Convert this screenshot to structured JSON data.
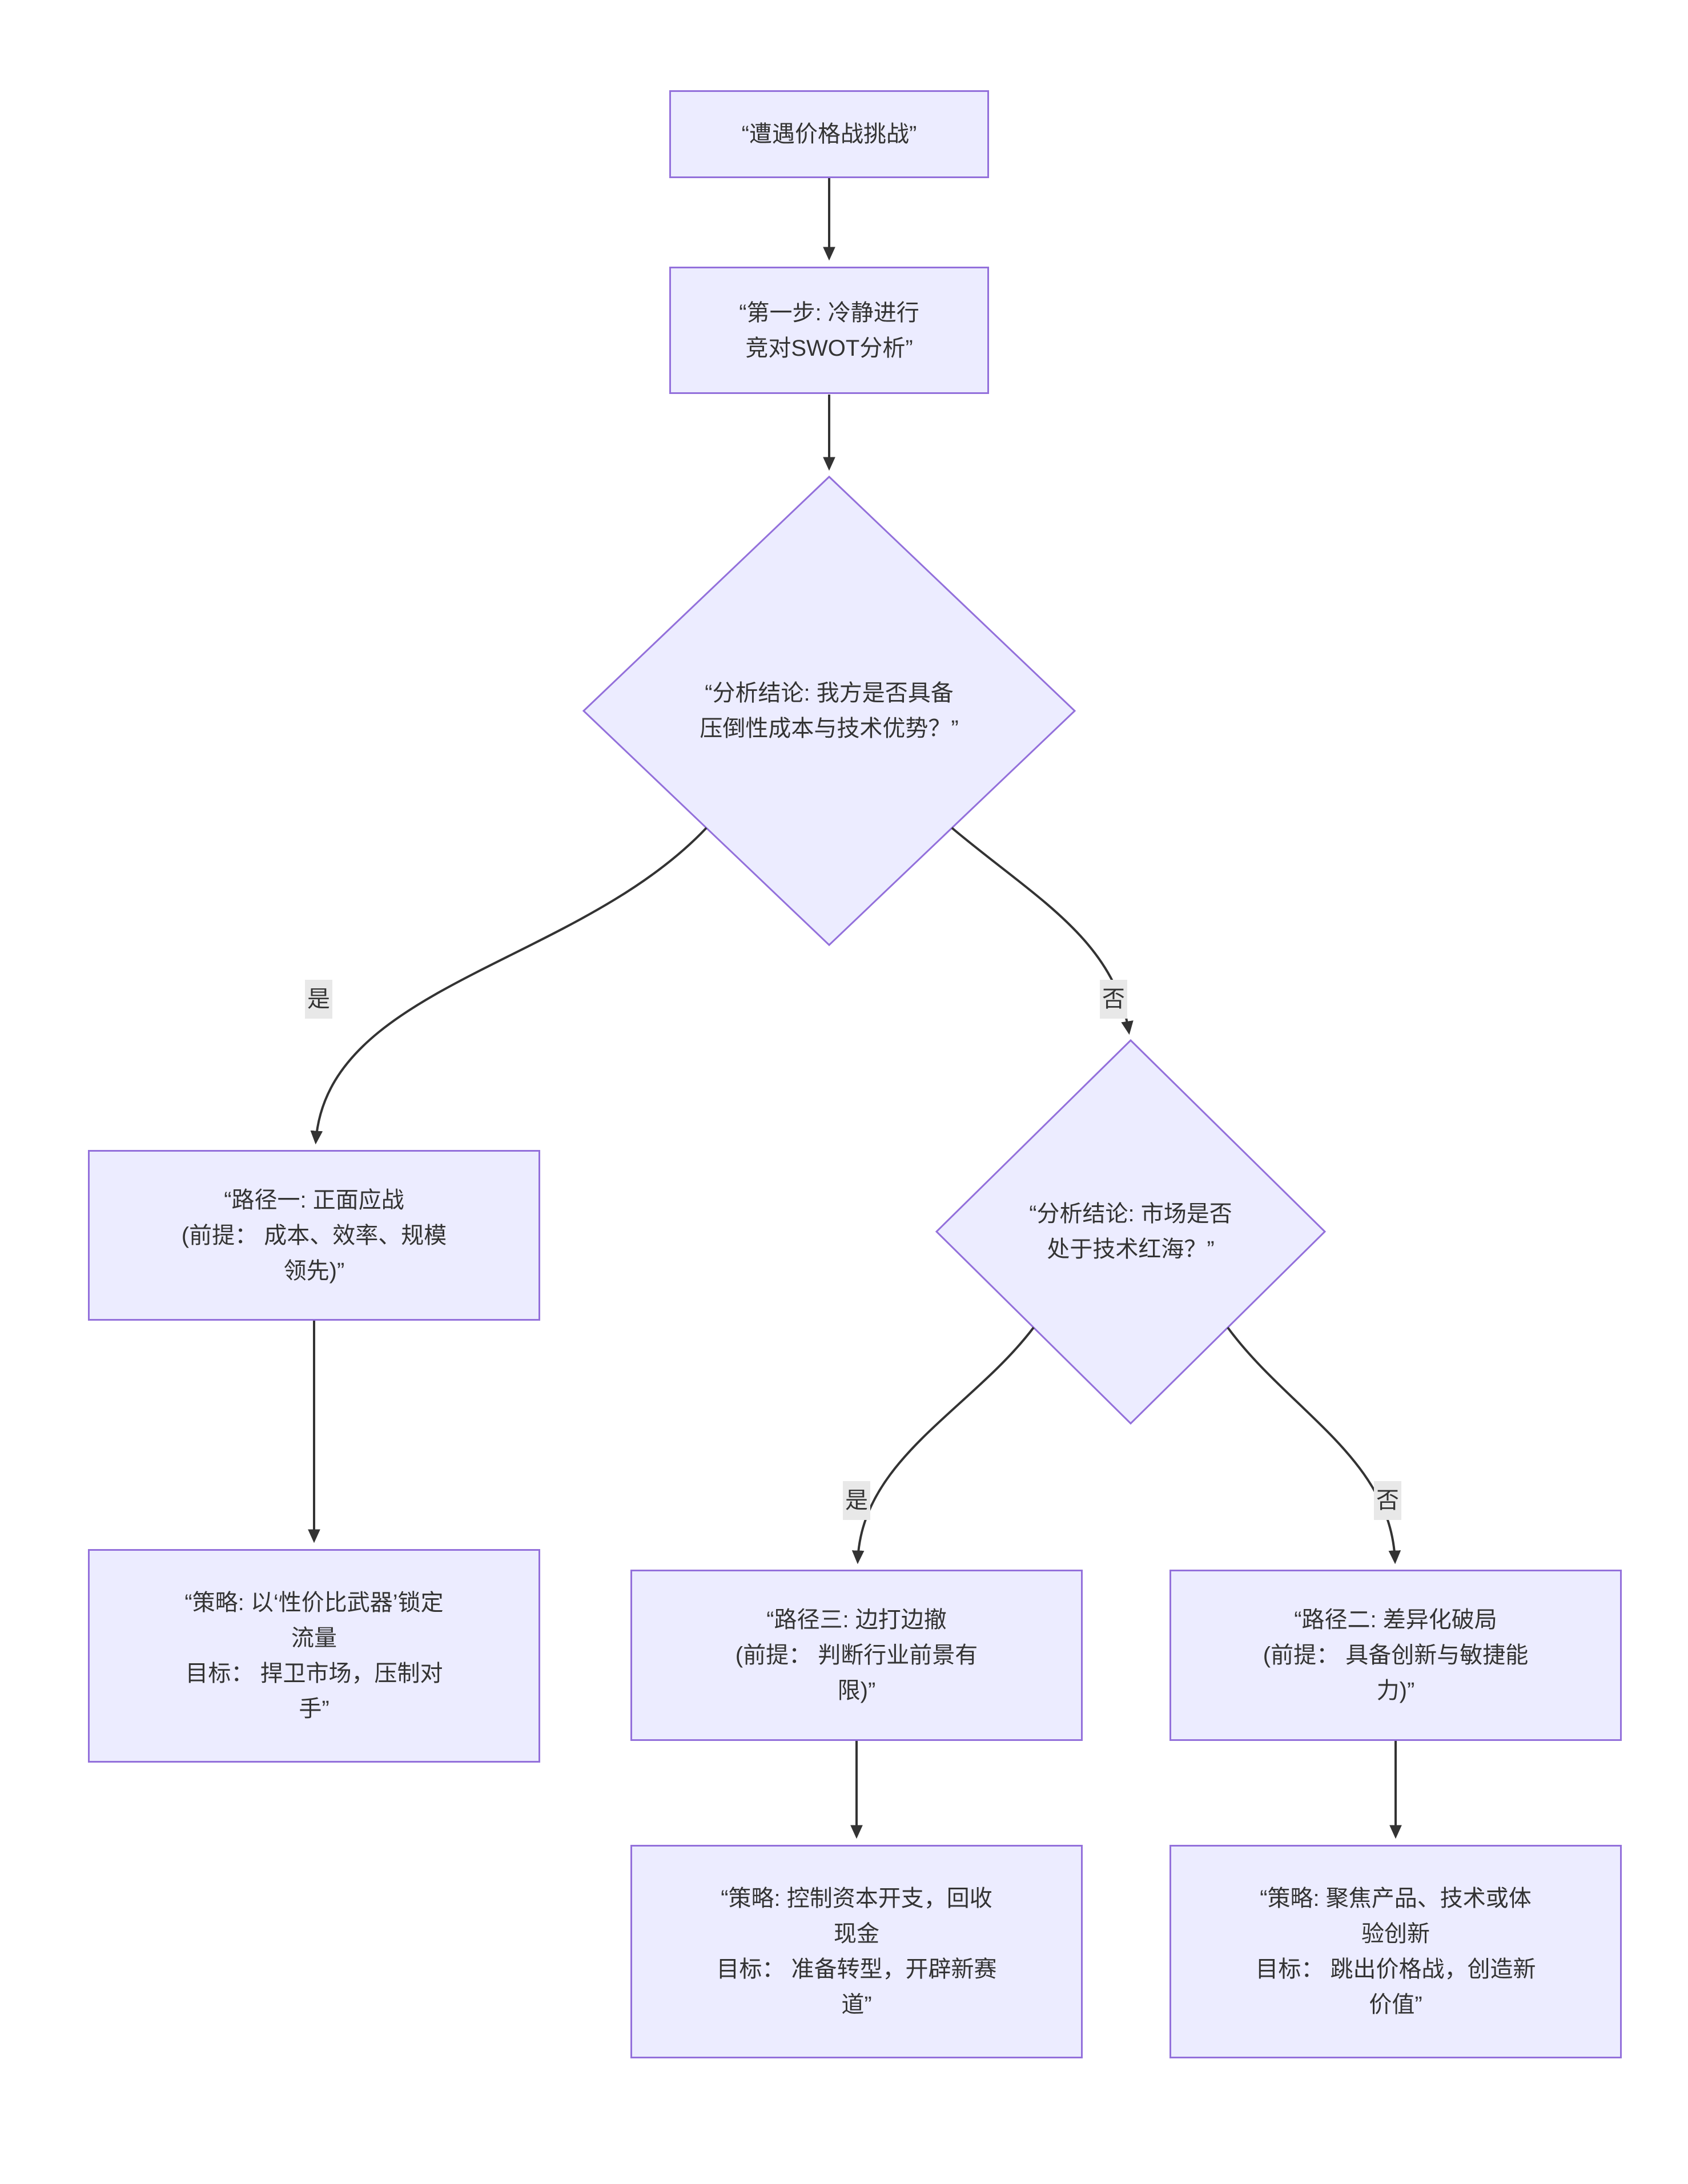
{
  "colors": {
    "canvas_bg": "#ffffff",
    "node_fill": "#ECECFF",
    "node_border": "#9370DB",
    "edge_line": "#333333",
    "text": "#333333",
    "edge_label_bg": "#e8e8e8"
  },
  "nodes": {
    "challenge": {
      "shape": "rect",
      "lines": [
        "“遭遇价格战挑战”"
      ]
    },
    "step1": {
      "shape": "rect",
      "lines": [
        "“第一步: 冷静进行",
        "竞对SWOT分析”"
      ]
    },
    "decision_advantage": {
      "shape": "diamond",
      "lines": [
        "“分析结论: 我方是否具备",
        "压倒性成本与技术优势？”"
      ]
    },
    "path1": {
      "shape": "rect",
      "lines": [
        "“路径一: 正面应战",
        "(前提： 成本、效率、规模",
        "领先)”"
      ]
    },
    "decision_redsea": {
      "shape": "diamond",
      "lines": [
        "“分析结论: 市场是否",
        "处于技术红海？”"
      ]
    },
    "strategy1": {
      "shape": "rect",
      "lines": [
        "“策略: 以‘性价比武器’锁定",
        "流量",
        "目标： 捍卫市场，压制对",
        "手”"
      ]
    },
    "path3": {
      "shape": "rect",
      "lines": [
        "“路径三: 边打边撤",
        "(前提： 判断行业前景有",
        "限)”"
      ]
    },
    "path2": {
      "shape": "rect",
      "lines": [
        "“路径二: 差异化破局",
        "(前提： 具备创新与敏捷能",
        "力)”"
      ]
    },
    "strategy3": {
      "shape": "rect",
      "lines": [
        "“策略: 控制资本开支，回收",
        "现金",
        "目标： 准备转型，开辟新赛",
        "道”"
      ]
    },
    "strategy2": {
      "shape": "rect",
      "lines": [
        "“策略: 聚焦产品、技术或体",
        "验创新",
        "目标： 跳出价格战，创造新",
        "价值”"
      ]
    }
  },
  "edges": [
    {
      "from": "challenge",
      "to": "step1",
      "label": ""
    },
    {
      "from": "step1",
      "to": "decision_advantage",
      "label": ""
    },
    {
      "from": "decision_advantage",
      "to": "path1",
      "label": "是"
    },
    {
      "from": "decision_advantage",
      "to": "decision_redsea",
      "label": "否"
    },
    {
      "from": "path1",
      "to": "strategy1",
      "label": ""
    },
    {
      "from": "decision_redsea",
      "to": "path3",
      "label": "是"
    },
    {
      "from": "decision_redsea",
      "to": "path2",
      "label": "否"
    },
    {
      "from": "path3",
      "to": "strategy3",
      "label": ""
    },
    {
      "from": "path2",
      "to": "strategy2",
      "label": ""
    }
  ]
}
